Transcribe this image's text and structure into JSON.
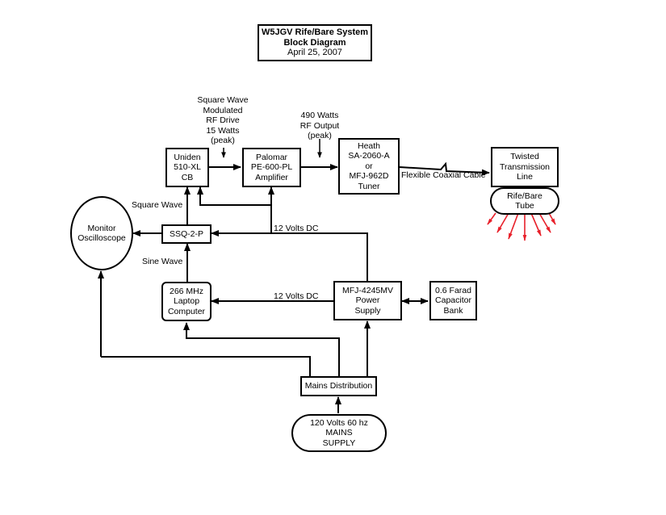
{
  "title": {
    "line1": "W5JGV Rife/Bare System",
    "line2": "Block Diagram",
    "date": "April 25, 2007"
  },
  "blocks": {
    "uniden": [
      "Uniden",
      "510-XL",
      "CB"
    ],
    "palomar": [
      "Palomar",
      "PE-600-PL",
      "Amplifier"
    ],
    "tuner": [
      "Heath",
      "SA-2060-A",
      "or",
      "MFJ-962D",
      "Tuner"
    ],
    "twisted": [
      "Twisted",
      "Transmission",
      "Line"
    ],
    "tube": [
      "Rife/Bare",
      "Tube"
    ],
    "oscilloscope": [
      "Monitor",
      "Oscilloscope"
    ],
    "ssq": [
      "SSQ-2-P"
    ],
    "laptop": [
      "266 MHz",
      "Laptop",
      "Computer"
    ],
    "power_supply": [
      "MFJ-4245MV",
      "Power",
      "Supply"
    ],
    "capacitor": [
      "0.6 Farad",
      "Capacitor",
      "Bank"
    ],
    "mains_distribution": [
      "Mains Distribution"
    ],
    "mains_supply": [
      "120 Volts 60 hz",
      "MAINS",
      "SUPPLY"
    ]
  },
  "annotations": {
    "rf_drive": [
      "Square Wave",
      "Modulated",
      "RF Drive",
      "15 Watts",
      "(peak)"
    ],
    "rf_output": [
      "490 Watts",
      "RF Output",
      "(peak)"
    ],
    "coax": "Flexible Coaxial Cable",
    "square_wave": "Square Wave",
    "sine_wave": "Sine Wave",
    "dc_upper": "12 Volts DC",
    "dc_lower": "12 Volts DC"
  },
  "colors": {
    "line": "#000000",
    "radiation": "#e8202a"
  }
}
